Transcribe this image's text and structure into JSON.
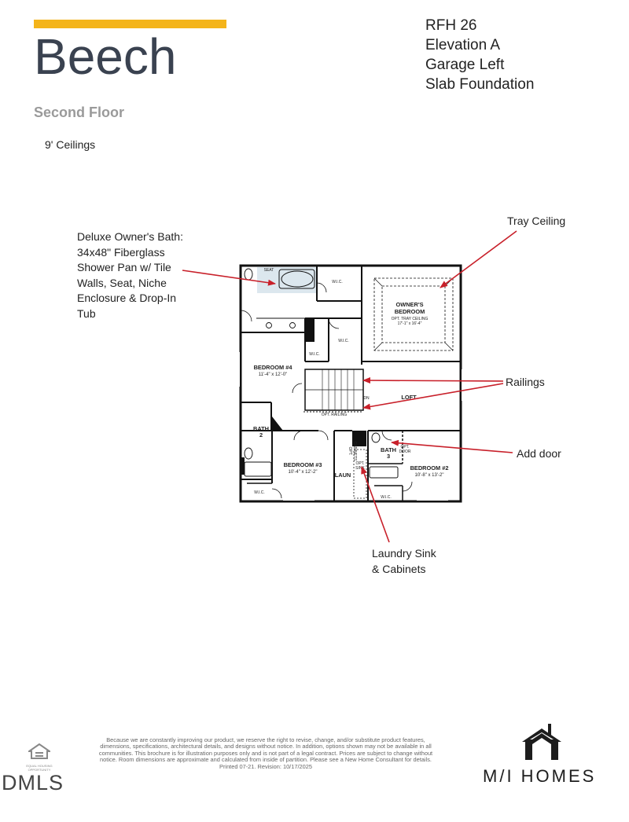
{
  "header": {
    "accent_color": "#F4B41A",
    "title_color": "#3A4250",
    "title": "Beech",
    "subtitle": "Second Floor",
    "ceilings": "9' Ceilings"
  },
  "spec": {
    "line1": "RFH 26",
    "line2": "Elevation A",
    "line3": "Garage Left",
    "line4": "Slab Foundation"
  },
  "callouts": {
    "arrow_color": "#C8202A",
    "owners_bath": [
      "Deluxe Owner's Bath:",
      "34x48\" Fiberglass",
      "Shower Pan w/ Tile",
      "Walls, Seat, Niche",
      "Enclosure & Drop-In",
      "Tub"
    ],
    "tray_ceiling": "Tray Ceiling",
    "railings": "Railings",
    "add_door": "Add door",
    "laundry": [
      "Laundry Sink",
      "& Cabinets"
    ]
  },
  "plan": {
    "owners_bedroom": {
      "name_line1": "OWNER'S",
      "name_line2": "BEDROOM",
      "option": "OPT. TRAY CEILING",
      "dims": "17'-1\" x 16'-4\""
    },
    "bedroom4": {
      "name": "BEDROOM #4",
      "dims": "11'-4\" x 12'-0\""
    },
    "bedroom3": {
      "name": "BEDROOM #3",
      "dims": "10'-4\" x 12'-2\""
    },
    "bedroom2": {
      "name": "BEDROOM #2",
      "dims": "10'-8\" x 13'-2\""
    },
    "loft": "LOFT",
    "bath2": {
      "line1": "BATH",
      "line2": "2"
    },
    "bath3": {
      "line1": "BATH",
      "line2": "3"
    },
    "laun": "LAUN",
    "wic": "W.I.C.",
    "seat": "SEAT",
    "dn": "DN",
    "opt_railing": "OPT. RAILING",
    "opt_door": {
      "line1": "OPT.",
      "line2": "DOOR"
    },
    "opt_sink": {
      "line1": "OPT.",
      "line2": "SINK"
    },
    "opt_cabinets": {
      "line1": "OPT.",
      "line2": "CABINETS"
    }
  },
  "footer": {
    "disclaimer": "Because we are constantly improving our product, we reserve the right to revise, change, and/or substitute product features, dimensions, specifications, architectural details, and designs without notice. In addition, options shown may not be available in all communities. This brochure is for illustration purposes only and is not part of a legal contract. Prices are subject to change without notice. Room dimensions are approximate and calculated from inside of partition. Please see a New Home Consultant for details. Printed 07-21. Revision: 10/17/2025",
    "eho_label": "EQUAL HOUSING OPPORTUNITY",
    "dmls": "DMLS",
    "brand": "M/I HOMES"
  }
}
